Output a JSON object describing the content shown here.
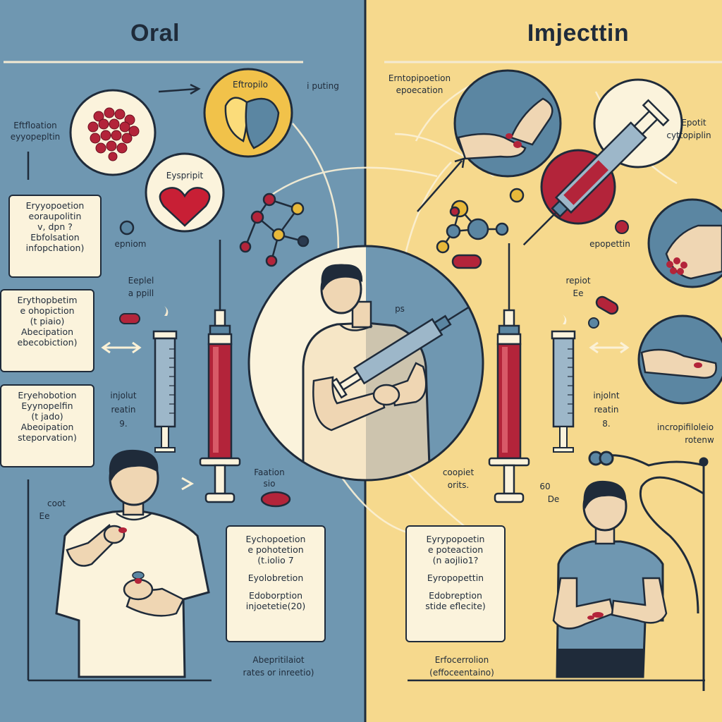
{
  "colors": {
    "left_bg": "#6f97b1",
    "right_bg": "#f6d98d",
    "ink": "#1f2b3a",
    "cream": "#fbf3dc",
    "red": "#b3243a",
    "gold": "#e8b93a",
    "teal": "#4b7891"
  },
  "left": {
    "title": "Oral",
    "bubble_top": "Eftropilo",
    "bubble_top_side": "i puting",
    "side_label": [
      "Eftfloation",
      "eyyopepltin"
    ],
    "heart_bubble": "Eyspripit",
    "cell_label": "epniom",
    "pill_label": [
      "Eeplel",
      "a ppill"
    ],
    "box1": [
      "Eryyopoetion",
      "eoraupolitin",
      "v, dpn ?",
      "Ebfolsation",
      "infopchation)"
    ],
    "box2": [
      "Erythopbetim",
      "e ohopiction",
      "(t piaio)",
      "Abecipation",
      "ebecobiction)"
    ],
    "box3": [
      "Eryehobotion",
      "Eyynopelfin",
      "(t jado)",
      "Abeoipation",
      "steporvation)"
    ],
    "inject_label": [
      "injolut",
      "reatin",
      "9."
    ],
    "pill_side_label": [
      "Faation",
      "sio"
    ],
    "cost_label": [
      "coot",
      "Ee"
    ],
    "box4": [
      "Eychopoetion",
      "e pohotetion",
      "(t.iolio 7",
      "Eyolobretion",
      "Edoborption",
      "injoetetie(20)"
    ],
    "bottom_caption": [
      "Abepritilaiot",
      "rates or inreetio)"
    ]
  },
  "right": {
    "title": "Imjecttin",
    "top_label": [
      "Erntopipoetion",
      "epoecation"
    ],
    "corner_label": [
      "Epotit",
      "cyttopiplin"
    ],
    "pill_label": "epopettin",
    "mid_label": [
      "repiot",
      "Ee"
    ],
    "center_ps": "ps",
    "inject_label": [
      "injolnt",
      "reatin",
      "8."
    ],
    "side_label": [
      "incropifiloleio",
      "rotenw"
    ],
    "cost_label": [
      "coopiet",
      "orits."
    ],
    "small_label": [
      "60",
      "De"
    ],
    "box": [
      "Eyrypopoetin",
      "e poteaction",
      "(n aojlio1?",
      "Eyropopettin",
      "Edobreption",
      "stide eflecite)"
    ],
    "bottom_caption": [
      "Erfocerrolion",
      "(effoceentaino)"
    ]
  }
}
